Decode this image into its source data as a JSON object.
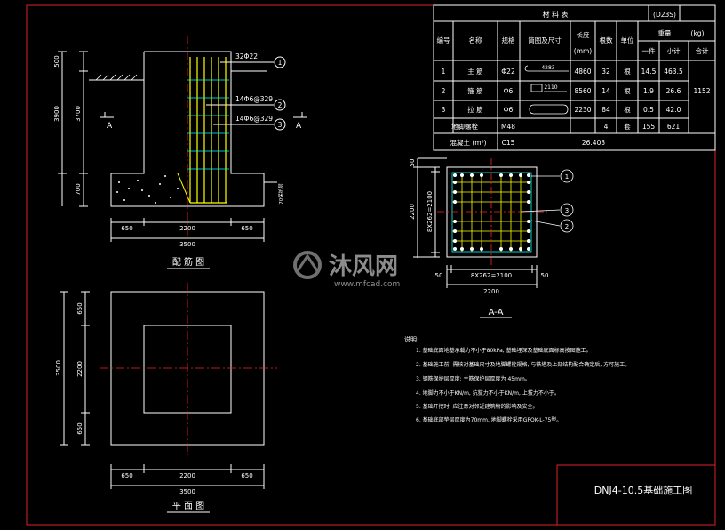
{
  "material_table": {
    "title": "材 料 表",
    "code": "(D23S)",
    "headers": {
      "no": "编号",
      "name": "名称",
      "spec": "规格",
      "shape": "简图及尺寸",
      "length": "长度",
      "length_unit": "(mm)",
      "count": "根数",
      "unit": "单位",
      "weight": "重量",
      "weight_unit": "(kg)",
      "each": "一件",
      "subtotal": "小计",
      "total": "合计"
    },
    "rows": [
      {
        "no": "1",
        "name": "主 筋",
        "spec": "Φ22",
        "shape_dim": "4283",
        "length": "4860",
        "count": "32",
        "unit": "根",
        "each": "14.5",
        "subtotal": "463.5"
      },
      {
        "no": "2",
        "name": "箍 筋",
        "spec": "Φ6",
        "shape_dim": "2110",
        "length": "8560",
        "count": "14",
        "unit": "根",
        "each": "1.9",
        "subtotal": "26.6"
      },
      {
        "no": "3",
        "name": "拉 筋",
        "spec": "Φ6",
        "shape_dim": "",
        "length": "2230",
        "count": "84",
        "unit": "根",
        "each": "0.5",
        "subtotal": "42.0"
      }
    ],
    "total_weight": "1152",
    "anchor_row": {
      "name": "地脚螺栓",
      "spec": "M48",
      "count": "4",
      "unit": "套",
      "each": "155",
      "subtotal": "621"
    },
    "concrete_row": {
      "name": "混凝土 (m³)",
      "spec": "C15",
      "value": "26.403"
    }
  },
  "section_view": {
    "title": "配 筋 图",
    "rebar_labels": [
      "32Φ22",
      "14Φ6@329",
      "14Φ6@329"
    ],
    "callouts": [
      "1",
      "2",
      "3"
    ],
    "left_dims": [
      "500",
      "3700",
      "3900",
      "700"
    ],
    "bottom_dims": [
      "650",
      "2200",
      "650",
      "3500"
    ],
    "section_mark": "A",
    "cover_label": "70保护层"
  },
  "aa_view": {
    "title": "A-A",
    "top_dim": "50",
    "left_dims": [
      "2200",
      "8X262=2100"
    ],
    "bottom_dims": [
      "50",
      "8X262=2100",
      "50",
      "2200"
    ],
    "callouts": [
      "1",
      "3",
      "2"
    ]
  },
  "plan_view": {
    "title": "平 面 图",
    "left_dims": [
      "650",
      "2200",
      "650",
      "3500"
    ],
    "bottom_dims": [
      "650",
      "2200",
      "650",
      "3500"
    ]
  },
  "notes": {
    "heading": "说明:",
    "items": [
      "1. 基础底面地基承载力不小于80kPa, 基础埋深及基础底面标高按图施工。",
      "2. 基础施工前, 需核对基础尺寸及地脚螺栓规格, 与铁塔及上部结构配合确定后, 方可施工。",
      "3. 钢筋保护层厚度: 主筋保护层厚度为 45mm。",
      "4. 地脚力不小于KN/m, 抗拔力不小于KN/m, 上拔力不小于。",
      "5. 基础开挖时, 应注意对邻近建筑物的影响及安全。",
      "6. 基础底部垫层厚度为70mm, 地脚螺栓采用GPOK-L-75型。"
    ]
  },
  "drawing_title": "DNJ4-10.5基础施工图",
  "watermark": {
    "cn": "沐风网",
    "url": "www.mfcad.com"
  },
  "colors": {
    "line": "#ffffff",
    "red": "#ff2020",
    "yellow": "#ffff00",
    "cyan": "#00ffff",
    "frame_red": "#e0202a"
  }
}
